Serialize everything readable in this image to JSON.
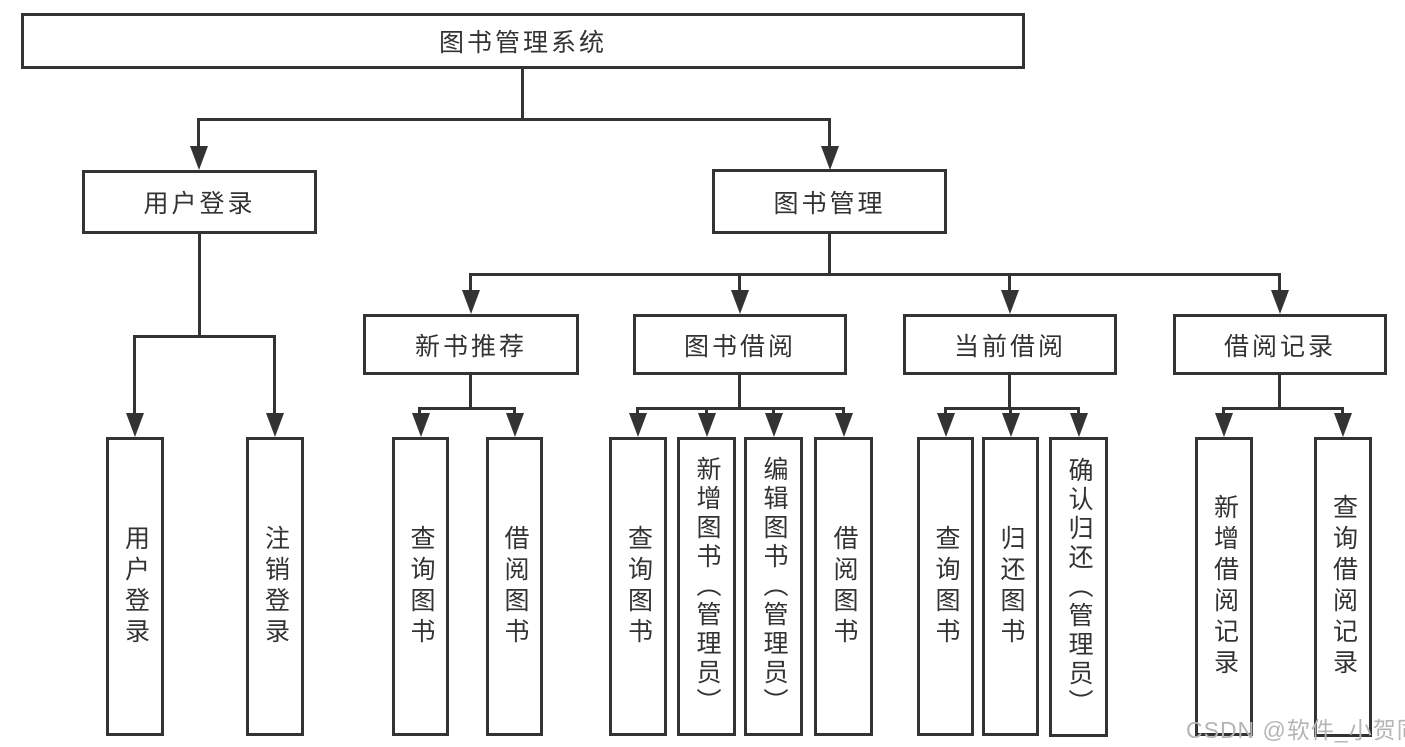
{
  "diagram_title": "图书管理系统",
  "colors": {
    "line": "#333333",
    "text": "#333333",
    "background": "#ffffff",
    "watermark": "#b5b5b5"
  },
  "watermark": {
    "text": "CSDN @软件_小贺同学"
  },
  "tree": {
    "label": "图书管理系统",
    "children": [
      {
        "label": "用户登录",
        "children": [
          {
            "label": "用户登录"
          },
          {
            "label": "注销登录"
          }
        ]
      },
      {
        "label": "图书管理",
        "children": [
          {
            "label": "新书推荐",
            "children": [
              {
                "label": "查询图书"
              },
              {
                "label": "借阅图书"
              }
            ]
          },
          {
            "label": "图书借阅",
            "children": [
              {
                "label": "查询图书"
              },
              {
                "label": "新增图书（管理员）"
              },
              {
                "label": "编辑图书（管理员）"
              },
              {
                "label": "借阅图书"
              }
            ]
          },
          {
            "label": "当前借阅",
            "children": [
              {
                "label": "查询图书"
              },
              {
                "label": "归还图书"
              },
              {
                "label": "确认归还（管理员）"
              }
            ]
          },
          {
            "label": "借阅记录",
            "children": [
              {
                "label": "新增借阅记录"
              },
              {
                "label": "查询借阅记录"
              }
            ]
          }
        ]
      }
    ]
  }
}
